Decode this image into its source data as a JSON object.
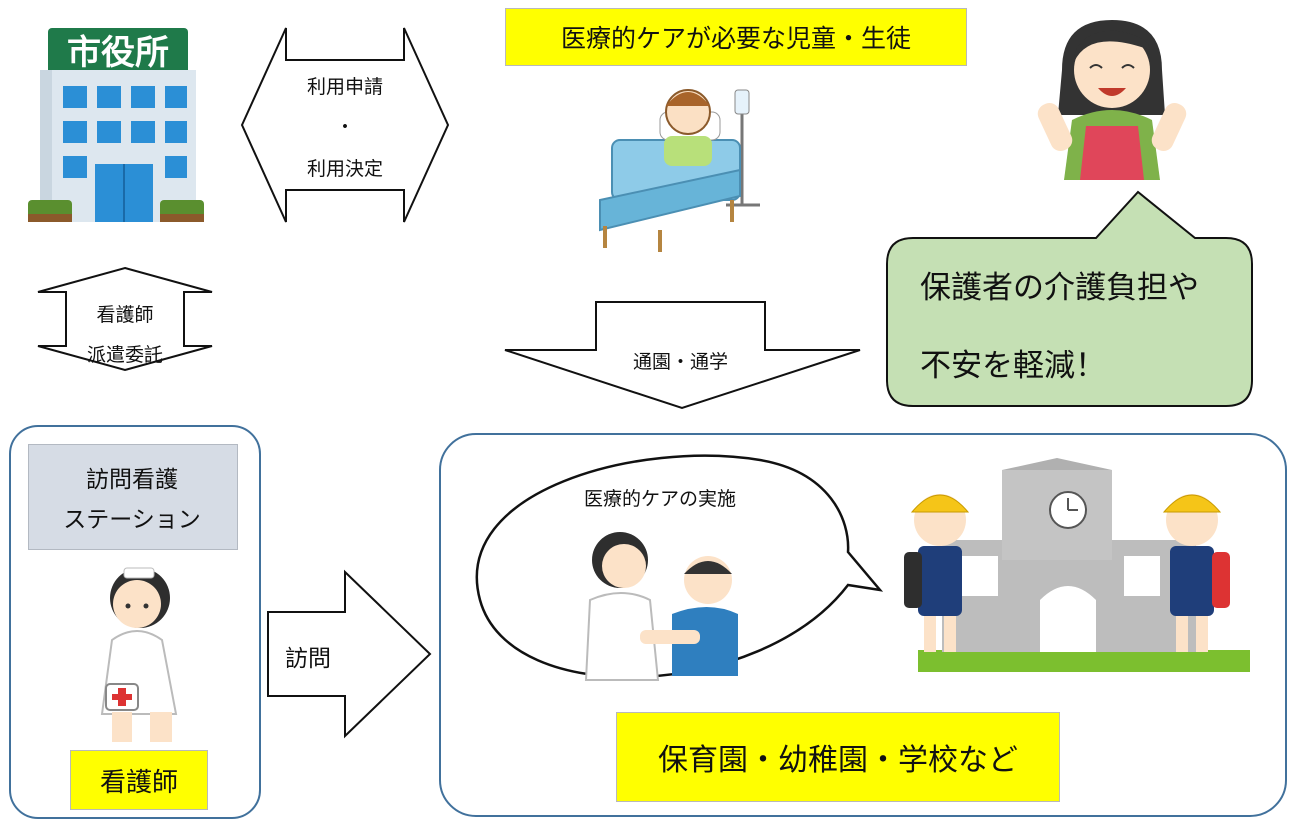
{
  "arrows": {
    "application": {
      "line1": "利用申請",
      "dot": "・",
      "line2": "利用決定"
    },
    "dispatch": {
      "line1": "看護師",
      "line2": "派遣委託"
    },
    "commute": {
      "label": "通園・通学"
    },
    "visit": {
      "label": "訪問"
    }
  },
  "labels": {
    "child": "医療的ケアが必要な児童・生徒",
    "station_line1": "訪問看護",
    "station_line2": "ステーション",
    "nurse": "看護師",
    "care": "医療的ケアの実施",
    "school": "保育園・幼稚園・学校など",
    "city_hall_sign": "市役所"
  },
  "bubble": {
    "line1": "保護者の介護負担や",
    "line2": "不安を軽減！"
  },
  "colors": {
    "highlight": "#ffff00",
    "bubble_fill": "#c5e0b4",
    "panel_border": "#41719c",
    "station_box": "#d6dce5"
  }
}
